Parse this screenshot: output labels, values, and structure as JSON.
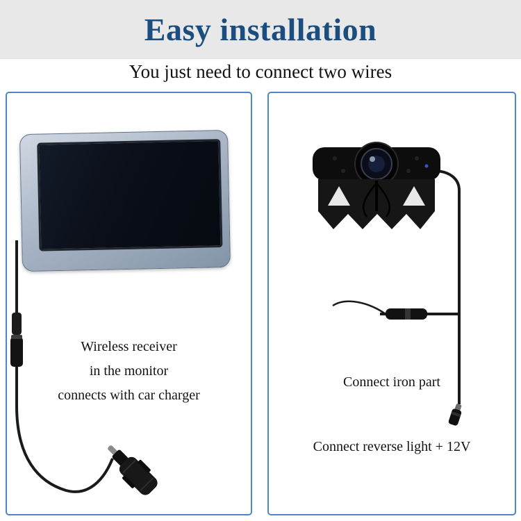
{
  "header": {
    "title": "Easy installation",
    "subtitle": "You just need to connect two wires"
  },
  "left_panel": {
    "caption": {
      "line1": "Wireless receiver",
      "line2": "in the monitor",
      "line3": "connects with car charger"
    }
  },
  "right_panel": {
    "iron_caption": "Connect iron part",
    "reverse_caption": "Connect reverse light + 12V"
  },
  "colors": {
    "banner_bg": "#e8e8e8",
    "title": "#1b4e7e",
    "panel_border": "#4b86c6",
    "text": "#121212",
    "wire": "#1a1a1a"
  },
  "icons": {
    "monitor": "monitor-with-wireless-receiver",
    "barrel_connector": "inline-barrel-connector",
    "car_charger": "car-cigarette-lighter-plug",
    "camera": "backup-camera-with-mounting-bracket",
    "iron_wire": "ground-pigtail-wire",
    "end_connector": "power-lead-connector"
  }
}
